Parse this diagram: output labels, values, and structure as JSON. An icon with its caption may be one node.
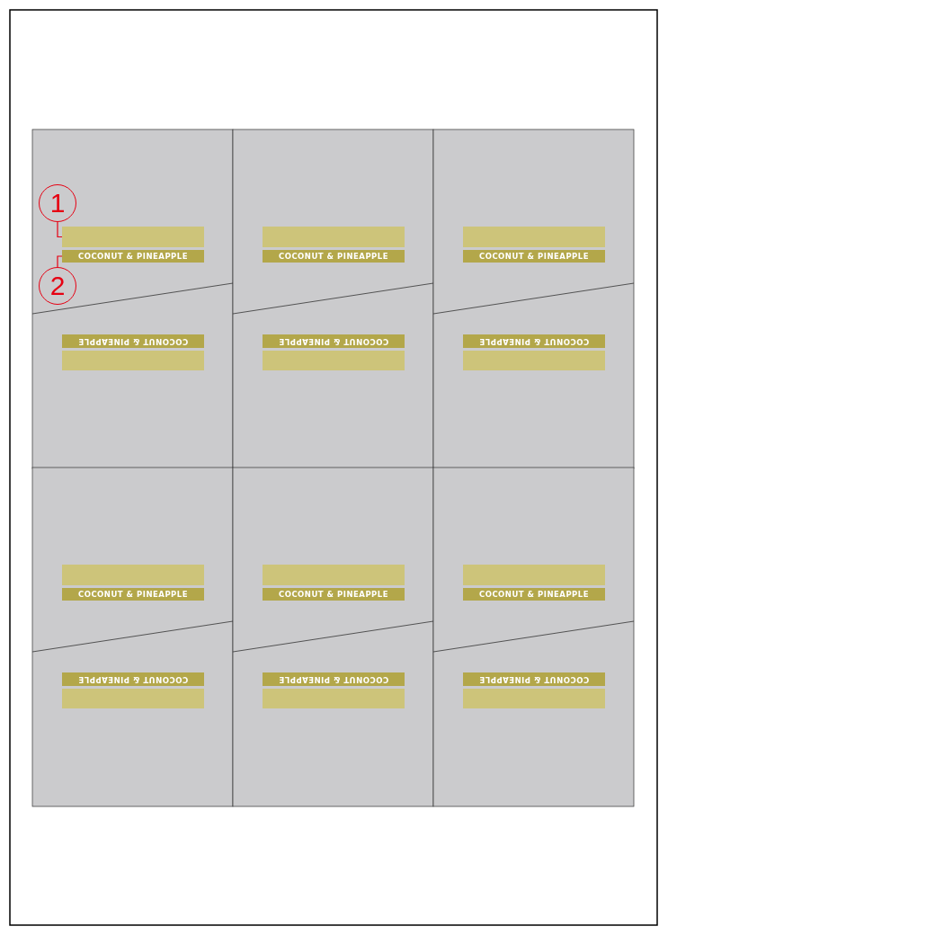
{
  "diagram": {
    "nodes": [
      {
        "text": [
          "1"
        ]
      },
      {
        "text": [],
        "shape": "bar"
      },
      {
        "text": [
          "COCONUT & PINEAPPLE"
        ]
      },
      {
        "text": [
          "2"
        ]
      },
      {
        "text": [],
        "shape": "bar"
      },
      {
        "text": [
          "COCONUT & PINEAPPLE"
        ]
      },
      {
        "text": [],
        "shape": "bar"
      },
      {
        "text": [
          "COCONUT & PINEAPPLE"
        ]
      },
      {
        "text": [
          "COCONUT & PINEAPPLE"
        ]
      },
      {
        "text": [],
        "shape": "bar"
      },
      {
        "text": [
          "COCONUT & PINEAPPLE"
        ]
      },
      {
        "text": [],
        "shape": "bar"
      },
      {
        "text": [
          "COCONUT & PINEAPPLE"
        ]
      },
      {
        "text": [],
        "shape": "bar"
      },
      {
        "text": [],
        "shape": "bar"
      },
      {
        "text": [
          "COCONUT & PINEAPPLE"
        ]
      },
      {
        "text": [],
        "shape": "bar"
      },
      {
        "text": [
          "COCONUT & PINEAPPLE"
        ]
      },
      {
        "text": [],
        "shape": "bar"
      },
      {
        "text": [
          "COCONUT & PINEAPPLE"
        ]
      },
      {
        "text": [
          "COCONUT & PINEAPPLE"
        ]
      },
      {
        "text": [],
        "shape": "bar"
      },
      {
        "text": [
          "COCONUT & PINEAPPLE"
        ]
      },
      {
        "text": [],
        "shape": "bar"
      },
      {
        "text": [
          "COCONUT & PINEAPPLE"
        ]
      },
      {
        "text": [],
        "shape": "bar"
      }
    ],
    "edges": [
      {
        "from": 0,
        "to": 1,
        "arrow": "none"
      },
      {
        "from": 3,
        "to": 2,
        "arrow": "none"
      }
    ]
  }
}
